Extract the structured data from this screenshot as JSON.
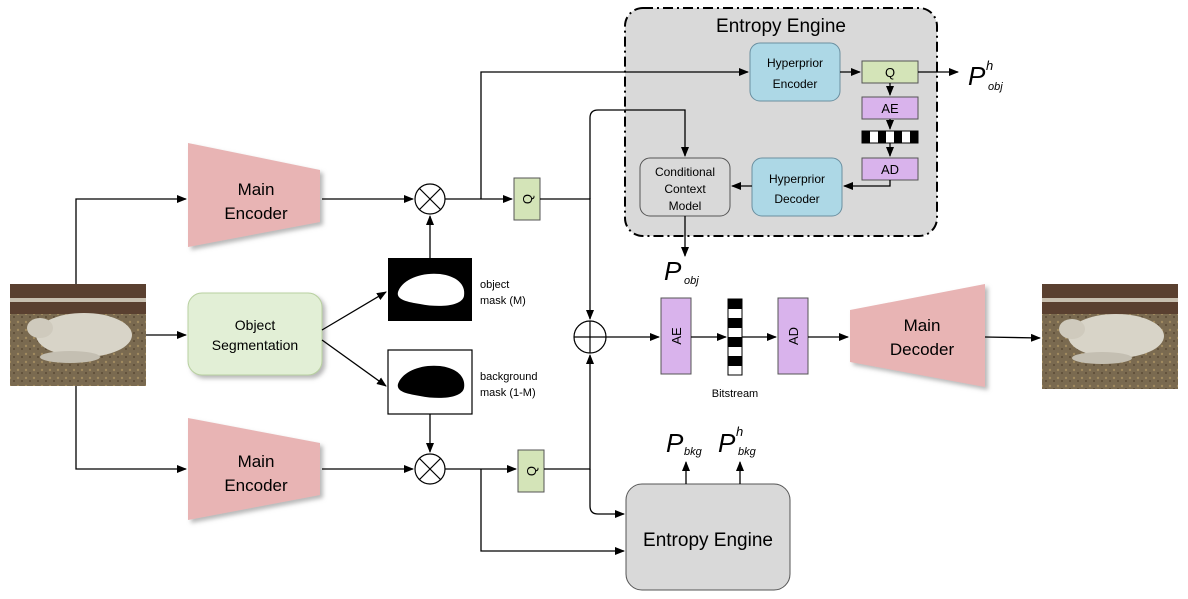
{
  "diagram": {
    "entropy_engine_top": {
      "title": "Entropy Engine"
    },
    "hyperprior_encoder": {
      "line1": "Hyperprior",
      "line2": "Encoder"
    },
    "hyperprior_decoder": {
      "line1": "Hyperprior",
      "line2": "Decoder"
    },
    "context_model": {
      "line1": "Conditional",
      "line2": "Context",
      "line3": "Model"
    },
    "q_hyper": "Q",
    "ae_hyper": "AE",
    "ad_hyper": "AD",
    "p_obj_h": {
      "base": "P",
      "sup": "h",
      "sub": "obj"
    },
    "p_obj": {
      "base": "P",
      "sub": "obj"
    },
    "main_encoder_top": {
      "line1": "Main",
      "line2": "Encoder"
    },
    "main_encoder_bottom": {
      "line1": "Main",
      "line2": "Encoder"
    },
    "object_segmentation": {
      "line1": "Object",
      "line2": "Segmentation"
    },
    "object_mask_label": {
      "line1": "object",
      "line2": "mask (M)"
    },
    "background_mask_label": {
      "line1": "background",
      "line2": "mask (1-M)"
    },
    "q_top": "Q",
    "q_bottom": "Q",
    "ae_main": "AE",
    "ad_main": "AD",
    "bitstream_label": "Bitstream",
    "main_decoder": {
      "line1": "Main",
      "line2": "Decoder"
    },
    "p_bkg": {
      "base": "P",
      "sub": "bkg"
    },
    "p_bkg_h": {
      "base": "P",
      "sup": "h",
      "sub": "bkg"
    },
    "entropy_engine_bottom": {
      "title": "Entropy Engine"
    }
  },
  "colors": {
    "encoder_fill": "#e8b4b4",
    "segmentation_fill": "#e2efd6",
    "hyperprior_fill": "#add8e6",
    "quantizer_fill": "#d4e4b8",
    "coder_fill": "#d9b3ec",
    "engine_fill": "#d9d9d9"
  }
}
